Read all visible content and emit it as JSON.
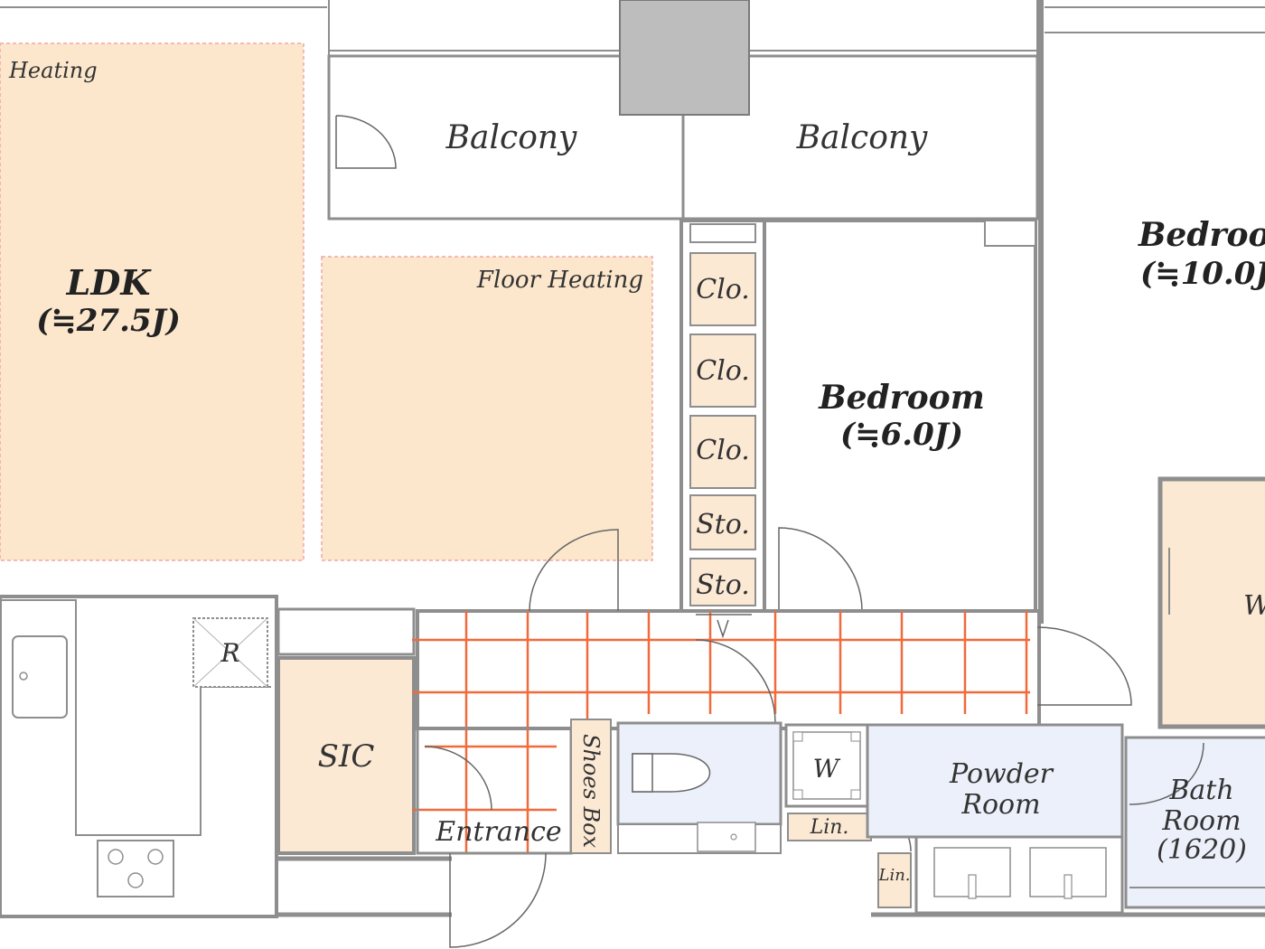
{
  "colors": {
    "floor_heating": "#fce7cc",
    "floor_heating_border": "#f2a6a6",
    "storage": "#fbe9d4",
    "wet_area": "#ecf0fa",
    "grid_lines": "#f06a3c",
    "chimney": "#bdbdbd",
    "wall": "#8e8e8e"
  },
  "labels": {
    "floor_heating_cut": "Heating",
    "ldk_name": "LDK",
    "ldk_size": "(≒27.5J)",
    "floor_heating": "Floor Heating",
    "balcony_left": "Balcony",
    "balcony_right": "Balcony",
    "bedroom_right_name": "Bedroom",
    "bedroom_right_size": "(≒10.0J",
    "bedroom_mid_name": "Bedroom",
    "bedroom_mid_size": "(≒6.0J)",
    "clo1": "Clo.",
    "clo2": "Clo.",
    "clo3": "Clo.",
    "sto1": "Sto.",
    "sto2": "Sto.",
    "refrigerator": "R",
    "sic": "SIC",
    "shoes_box": "Shoes Box",
    "entrance": "Entrance",
    "washer": "W",
    "powder_room_1": "Powder",
    "powder_room_2": "Room",
    "lin1": "Lin.",
    "lin2": "Lin.",
    "bath_1": "Bath",
    "bath_2": "Room",
    "bath_3": "(1620)",
    "wic_partial": "W"
  }
}
